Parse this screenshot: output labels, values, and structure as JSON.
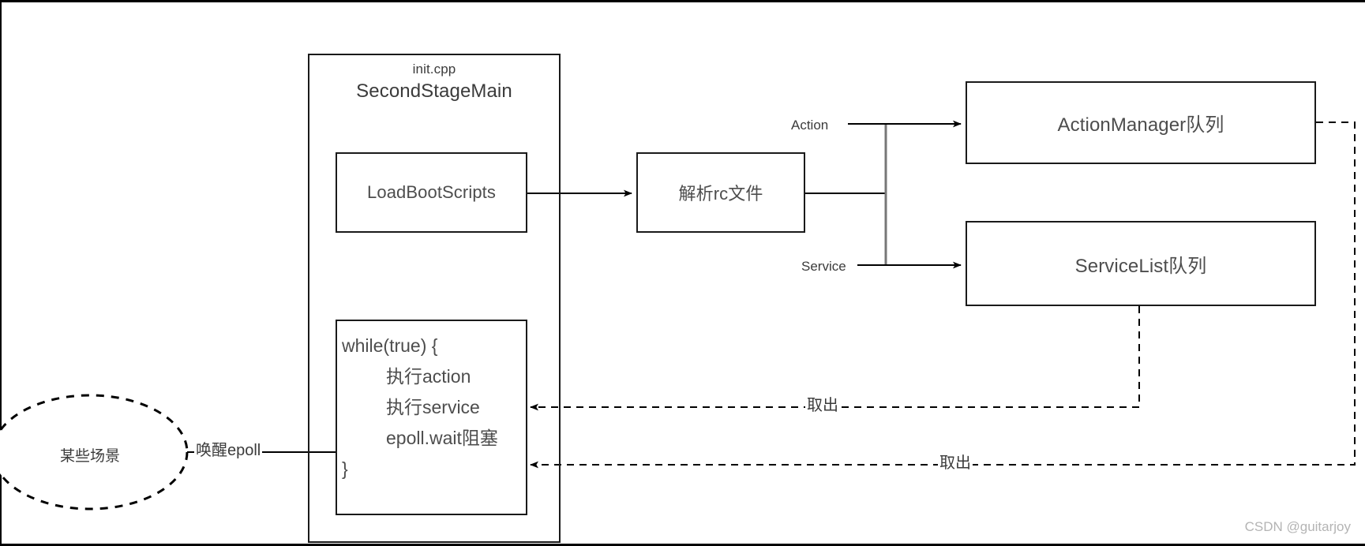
{
  "diagram": {
    "watermark": "CSDN @guitarjoy",
    "nodes": {
      "init_container": {
        "title_line1": "init.cpp",
        "title_line2": "SecondStageMain"
      },
      "load_boot_scripts": {
        "label": "LoadBootScripts"
      },
      "parse_rc": {
        "label": "解析rc文件"
      },
      "action_manager_queue": {
        "label": "ActionManager队列"
      },
      "service_list_queue": {
        "label": "ServiceList队列"
      },
      "scenario_ellipse": {
        "label": "某些场景"
      },
      "while_loop": {
        "line1": "while(true) {",
        "line2": "执行action",
        "line3": "执行service",
        "line4": "epoll.wait阻塞",
        "line5": "}"
      }
    },
    "edges": {
      "action_label": "Action",
      "service_label": "Service",
      "wake_epoll_label": "唤醒epoll",
      "fetch_action_label": "取出",
      "fetch_service_label": "取出"
    },
    "colors": {
      "stroke": "#1a1a1a",
      "text": "#4d4d4d",
      "connector": "#808080",
      "watermark": "#b4b4b4",
      "background": "#ffffff"
    }
  }
}
